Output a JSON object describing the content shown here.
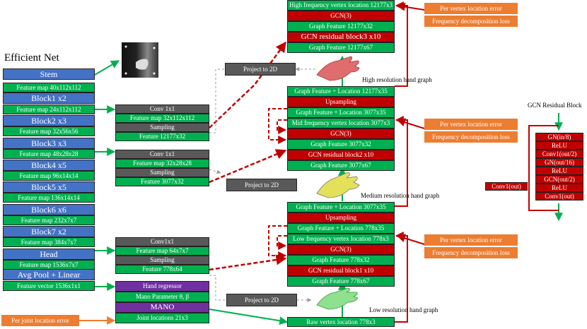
{
  "title": "Efficient Net",
  "colors": {
    "blue": "#4472c4",
    "green": "#00b050",
    "red": "#c00000",
    "gray": "#595959",
    "purple": "#7030a0",
    "orange": "#ed7d31"
  },
  "encoder": [
    "Stem",
    "Feature map 40x112x112",
    "Block1 x2",
    "Feature map 24x112x112",
    "Block2 x3",
    "Feature map 32x56x56",
    "Block3 x3",
    "Feature map 48x28x28",
    "Block4 x5",
    "Feature map 96x14x14",
    "Block5 x5",
    "Feature map 136x14x14",
    "Block6 x6",
    "Feature map 232x7x7",
    "Block7 x2",
    "Feature map 384x7x7",
    "Head",
    "Feature map 1536x7x7",
    "Avg Pool + Linear",
    "Feature vector 1536x1x1"
  ],
  "branch_high": [
    "Conv 1x1",
    "Feature map 32x112x112",
    "Sampling",
    "Feature 12177x32"
  ],
  "branch_med": [
    "Conv 1x1",
    "Feature map 32x28x28",
    "Sampling",
    "Feature 3077x32"
  ],
  "branch_low": [
    "Conv1x1",
    "Feature map 64x7x7",
    "Sampling",
    "Feature 778x64"
  ],
  "mano_stack": [
    "Hand regressor",
    "Mano Parameter θ, β",
    "MANO",
    "Joint locations 21x3"
  ],
  "per_joint_error": "Per joint location error",
  "project_label": "Project to 2D",
  "high_stack": [
    "High frequency vertex location 12177x3",
    "GCN(3)",
    "Graph Feature 12177x32",
    "GCN residual block3 x10",
    "Graph Feature 12177x67"
  ],
  "mid_stack": [
    "Graph Feature + Location 12177x35",
    "Upsampling",
    "Graph Feature + Location 3077x35",
    "Mid frequency vertex location 3077x3",
    "GCN(3)",
    "Graph Feature 3077x32",
    "GCN residual block2 x10",
    "Graph Feature 3077x67"
  ],
  "low_stack": [
    "Graph Feature + Location 3077x35",
    "Upsampling",
    "Graph Feature + Location 778x35",
    "Low frequency vertex location 778x3",
    "GCN(3)",
    "Graph Feature 778x32",
    "GCN residual block1 x10",
    "Graph Feature 778x67"
  ],
  "raw_vertex": "Raw vertex location 778x3",
  "loss_labels": [
    "Per vertex location error",
    "Frequency decomposition loss"
  ],
  "graph_labels": {
    "high": "High resolution hand graph",
    "medium": "Medium resolution hand graph",
    "low": "Low resolution hand graph"
  },
  "gcn_block": {
    "title": "GCN Residual Block",
    "rows": [
      "GN(in/8)",
      "ReLU",
      "Conv1(out/2)",
      "GN(out/16)",
      "ReLU",
      "GCN(out/2)",
      "ReLU",
      "Conv1(out)"
    ],
    "skip": "Conv1(out)"
  }
}
